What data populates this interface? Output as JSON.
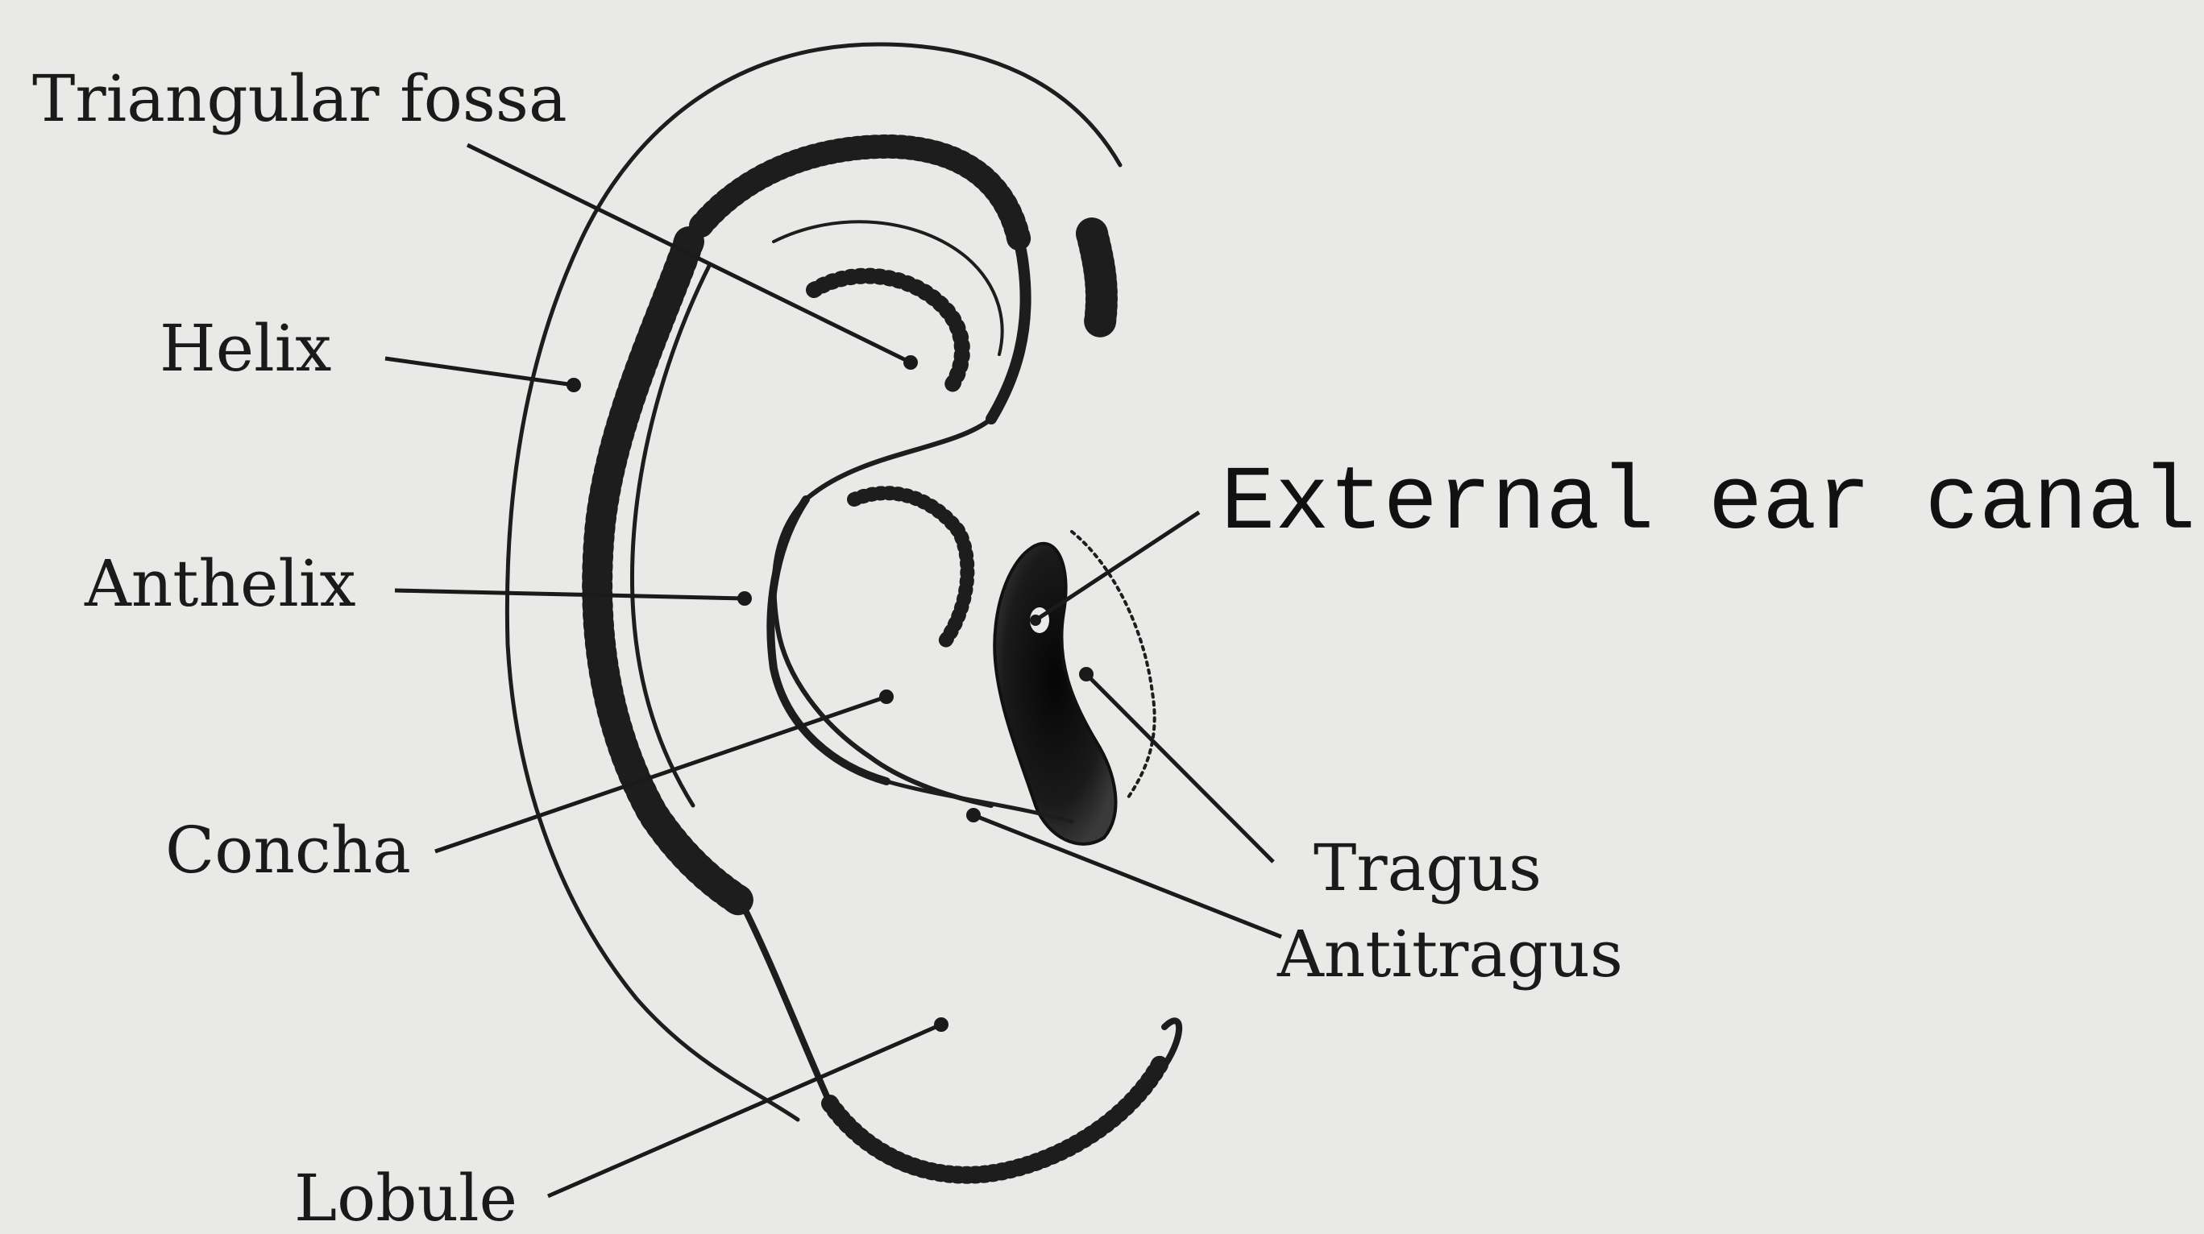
{
  "labels": {
    "triangular_fossa": "Triangular fossa",
    "helix": "Helix",
    "anthelix": "Anthelix",
    "concha": "Concha",
    "lobule": "Lobule",
    "external_ear_canal": "External ear canal",
    "tragus": "Tragus",
    "antitragus": "Antitragus"
  },
  "colors": {
    "background": "#e9e9e7",
    "ink": "#1a1a1a"
  }
}
